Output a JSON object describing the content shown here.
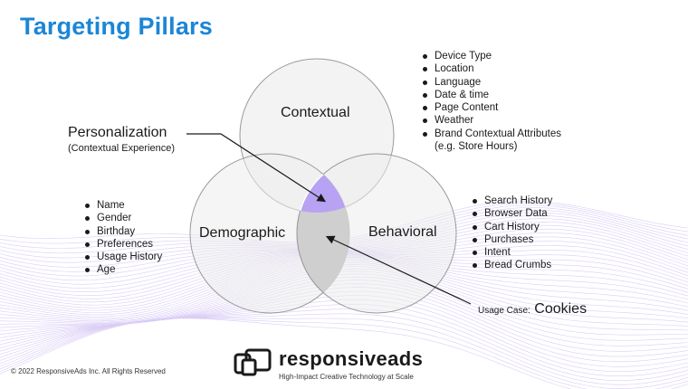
{
  "title": "Targeting Pillars",
  "circles": {
    "contextual": "Contextual",
    "demographic": "Demographic",
    "behavioral": "Behavioral"
  },
  "contextual_list": [
    "Device Type",
    "Location",
    "Language",
    "Date & time",
    "Page Content",
    "Weather",
    "Brand Contextual Attributes"
  ],
  "contextual_list_note": "(e.g. Store Hours)",
  "demographic_list": [
    "Name",
    "Gender",
    "Birthday",
    "Preferences",
    "Usage History",
    "Age"
  ],
  "behavioral_list": [
    "Search History",
    "Browser Data",
    "Cart History",
    "Purchases",
    "Intent",
    "Bread Crumbs"
  ],
  "personalization": {
    "title": "Personalization",
    "subtitle": "(Contextual Experience)"
  },
  "usage": {
    "prefix": "Usage Case:",
    "value": "Cookies"
  },
  "footer": {
    "copyright": "© 2022 ResponsiveAds Inc. All Rights Reserved",
    "brand": "responsiveads",
    "tagline": "High-Impact Creative Technology at Scale"
  },
  "colors": {
    "title": "#1b86d6",
    "circle_fill": "#ececec",
    "circle_stroke": "#9a9a9a",
    "highlight_purple": "#b8a2f4",
    "highlight_grey": "#cfcfcf",
    "background_wave": "#cdbdf2"
  }
}
